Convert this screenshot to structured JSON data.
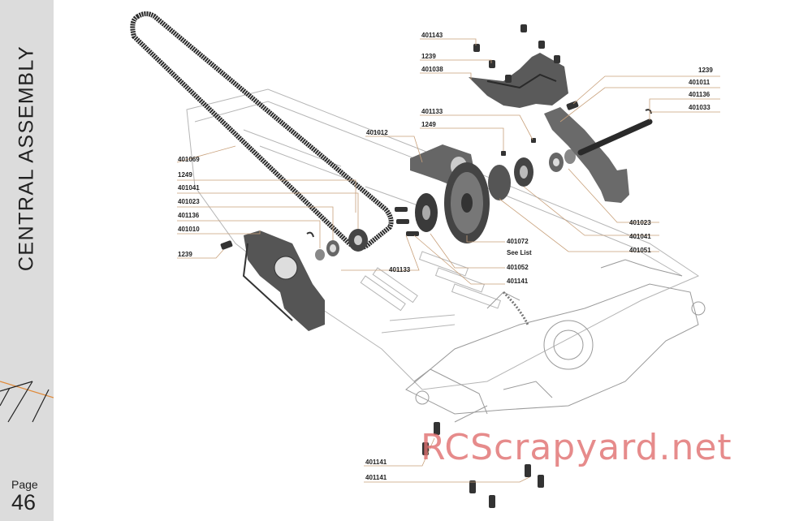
{
  "section_title": "CENTRAL ASSEMBLY",
  "page_label": "Page",
  "page_number": "46",
  "watermark": "RCScrapyard.net",
  "callouts": {
    "c401143": "401143",
    "c1239_top": "1239",
    "c401038": "401038",
    "c401133_top": "401133",
    "c1249_top": "1249",
    "c401012": "401012",
    "c1239_right": "1239",
    "c401011": "401011",
    "c401136_right": "401136",
    "c401033": "401033",
    "c401069": "401069",
    "c1249_left": "1249",
    "c401041_left": "401041",
    "c401023_left": "401023",
    "c401136_left": "401136",
    "c401010": "401010",
    "c1239_left": "1239",
    "c401133_bottom": "401133",
    "c401072": "401072",
    "c_see_list": "See List",
    "c401052": "401052",
    "c401141_mid": "401141",
    "c401023_right": "401023",
    "c401041_right": "401041",
    "c401051": "401051",
    "c401141_bottom1": "401141",
    "c401141_bottom2": "401141"
  },
  "colors": {
    "sidebar": "#dcdcdc",
    "part_dark": "#3a3a3a",
    "part_mid": "#6b6b6b",
    "leader_line": "#c8a07a",
    "watermark": "#e06f6f",
    "chassis_outline": "#b5b5b5"
  }
}
